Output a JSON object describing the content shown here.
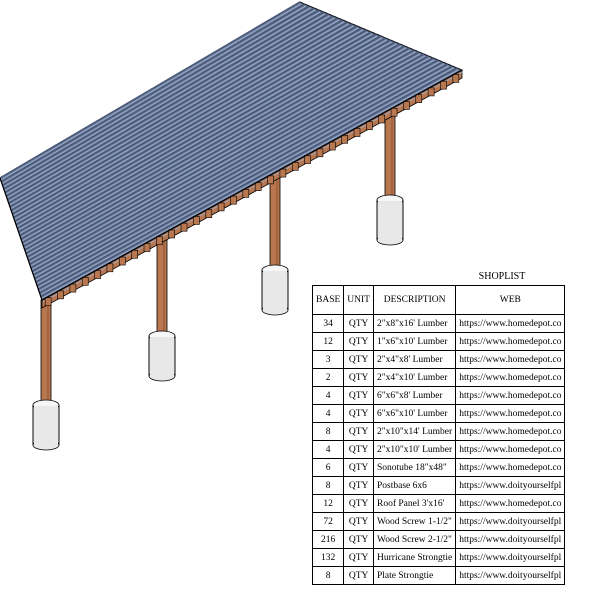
{
  "shoplist": {
    "title": "SHOPLIST",
    "headers": {
      "base": "BASE",
      "unit": "UNIT",
      "description": "DESCRIPTION",
      "website": "WEB"
    },
    "rows": [
      {
        "base": "34",
        "unit": "QTY",
        "description": "2\"x8\"x16' Lumber",
        "website": "https://www.homedepot.co"
      },
      {
        "base": "12",
        "unit": "QTY",
        "description": "1\"x6\"x10' Lumber",
        "website": "https://www.homedepot.co"
      },
      {
        "base": "3",
        "unit": "QTY",
        "description": "2\"x4\"x8' Lumber",
        "website": "https://www.homedepot.co"
      },
      {
        "base": "2",
        "unit": "QTY",
        "description": "2\"x4\"x10' Lumber",
        "website": "https://www.homedepot.co"
      },
      {
        "base": "4",
        "unit": "QTY",
        "description": "6\"x6\"x8' Lumber",
        "website": "https://www.homedepot.co"
      },
      {
        "base": "4",
        "unit": "QTY",
        "description": "6\"x6\"x10' Lumber",
        "website": "https://www.homedepot.co"
      },
      {
        "base": "8",
        "unit": "QTY",
        "description": "2\"x10\"x14' Lumber",
        "website": "https://www.homedepot.co"
      },
      {
        "base": "4",
        "unit": "QTY",
        "description": "2\"x10\"x10' Lumber",
        "website": "https://www.homedepot.co"
      },
      {
        "base": "6",
        "unit": "QTY",
        "description": "Sonotube 18\"x48\"",
        "website": "https://www.homedepot.co"
      },
      {
        "base": "8",
        "unit": "QTY",
        "description": "Postbase 6x6",
        "website": "https://www.doityourselfpl"
      },
      {
        "base": "12",
        "unit": "QTY",
        "description": "Roof Panel 3'x16'",
        "website": "https://www.homedepot.co"
      },
      {
        "base": "72",
        "unit": "QTY",
        "description": "Wood Screw 1-1/2\"",
        "website": "https://www.doityourselfpl"
      },
      {
        "base": "216",
        "unit": "QTY",
        "description": "Wood Screw 2-1/2\"",
        "website": "https://www.doityourselfpl"
      },
      {
        "base": "132",
        "unit": "QTY",
        "description": "Hurricane Strongtie",
        "website": "https://www.doityourselfpl"
      },
      {
        "base": "8",
        "unit": "QTY",
        "description": "Plate Strongtie",
        "website": "https://www.doityourselfpl"
      }
    ]
  },
  "drawing": {
    "roof_color": "#6f7fa0",
    "roof_dark": "#4a5878",
    "lumber_color": "#b9774f",
    "lumber_dark": "#8a5233",
    "concrete_color": "#e8e8e8",
    "rafter_count": 34
  }
}
